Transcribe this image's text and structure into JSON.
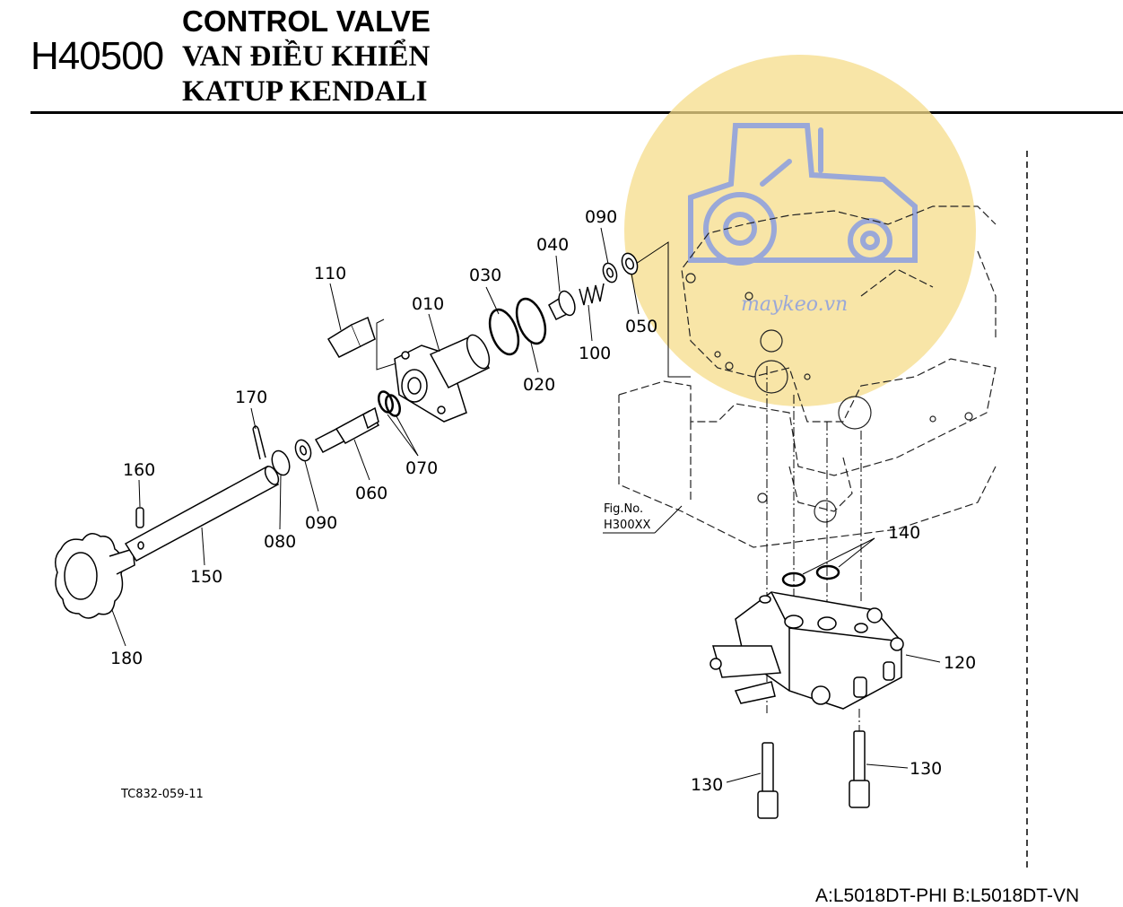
{
  "header": {
    "code": "H40500",
    "title_en": "CONTROL VALVE",
    "title_vi": "VAN ĐIỀU KHIỂN",
    "title_id": "KATUP KENDALI"
  },
  "watermark": {
    "text": "maykeo.vn",
    "icon": "tractor-logo-icon",
    "color": "#f6dc8a"
  },
  "figure_ref": {
    "line1": "Fig.No.",
    "line2": "H300XX"
  },
  "drawing_code": "TC832-059-11",
  "labels": {
    "p010": "010",
    "p020": "020",
    "p030": "030",
    "p040": "040",
    "p050": "050",
    "p060": "060",
    "p070": "070",
    "p080": "080",
    "p090a": "090",
    "p090b": "090",
    "p100": "100",
    "p110": "110",
    "p120": "120",
    "p130a": "130",
    "p130b": "130",
    "p140": "140",
    "p150": "150",
    "p160": "160",
    "p170": "170",
    "p180": "180"
  },
  "footer": {
    "models": "A:L5018DT-PHI B:L5018DT-VN"
  }
}
